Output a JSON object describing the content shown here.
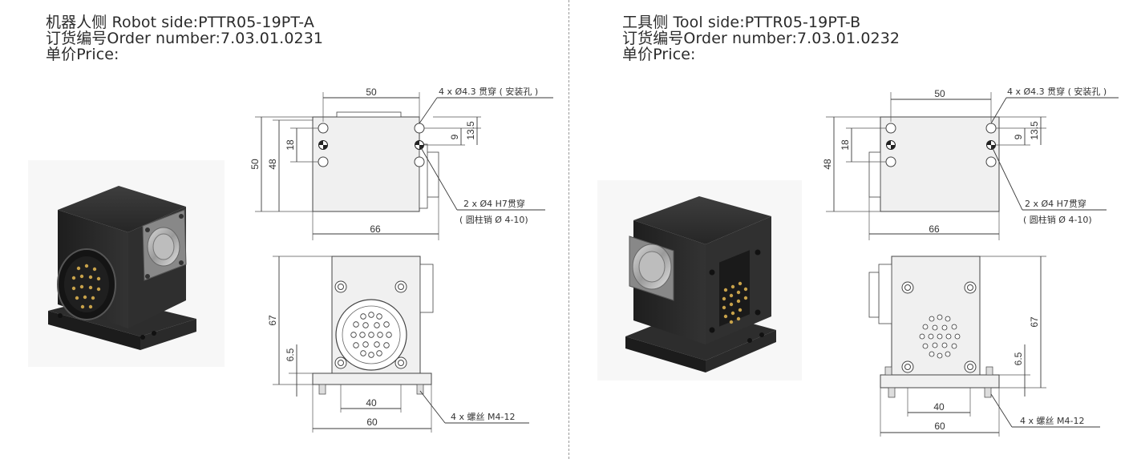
{
  "robot_side": {
    "title": "机器人侧 Robot side:PTTR05-19PT-A",
    "order": "订货编号Order number:7.03.01.0231",
    "price": "单价Price:",
    "dims": {
      "width_top": "50",
      "height_outer": "50",
      "height_inner": "48",
      "hole_spacing": "18",
      "offset_9": "9",
      "offset_13_5": "13.5",
      "width_bottom": "66",
      "front_height": "67",
      "base_height": "6.5",
      "base_inner": "40",
      "base_outer": "60"
    },
    "notes": {
      "mount_holes": "4 x Ø4.3 贯穿 ( 安装孔 )",
      "pin_holes": "2 x Ø4 H7贯穿",
      "pin_spec": "( 圆柱销 Ø 4-10)",
      "screws": "4 x 螺丝 M4-12"
    }
  },
  "tool_side": {
    "title": "工具侧 Tool side:PTTR05-19PT-B",
    "order": "订货编号Order number:7.03.01.0232",
    "price": "单价Price:",
    "dims": {
      "width_top": "50",
      "height_inner": "48",
      "hole_spacing": "18",
      "offset_9": "9",
      "offset_13_5": "13.5",
      "width_bottom": "66",
      "front_height": "67",
      "base_height": "6.5",
      "base_inner": "40",
      "base_outer": "60"
    },
    "notes": {
      "mount_holes": "4 x Ø4.3 贯穿 ( 安装孔 )",
      "pin_holes": "2 x Ø4 H7贯穿",
      "pin_spec": "( 圆柱销 Ø 4-10)",
      "screws": "4 x 螺丝 M4-12"
    }
  }
}
